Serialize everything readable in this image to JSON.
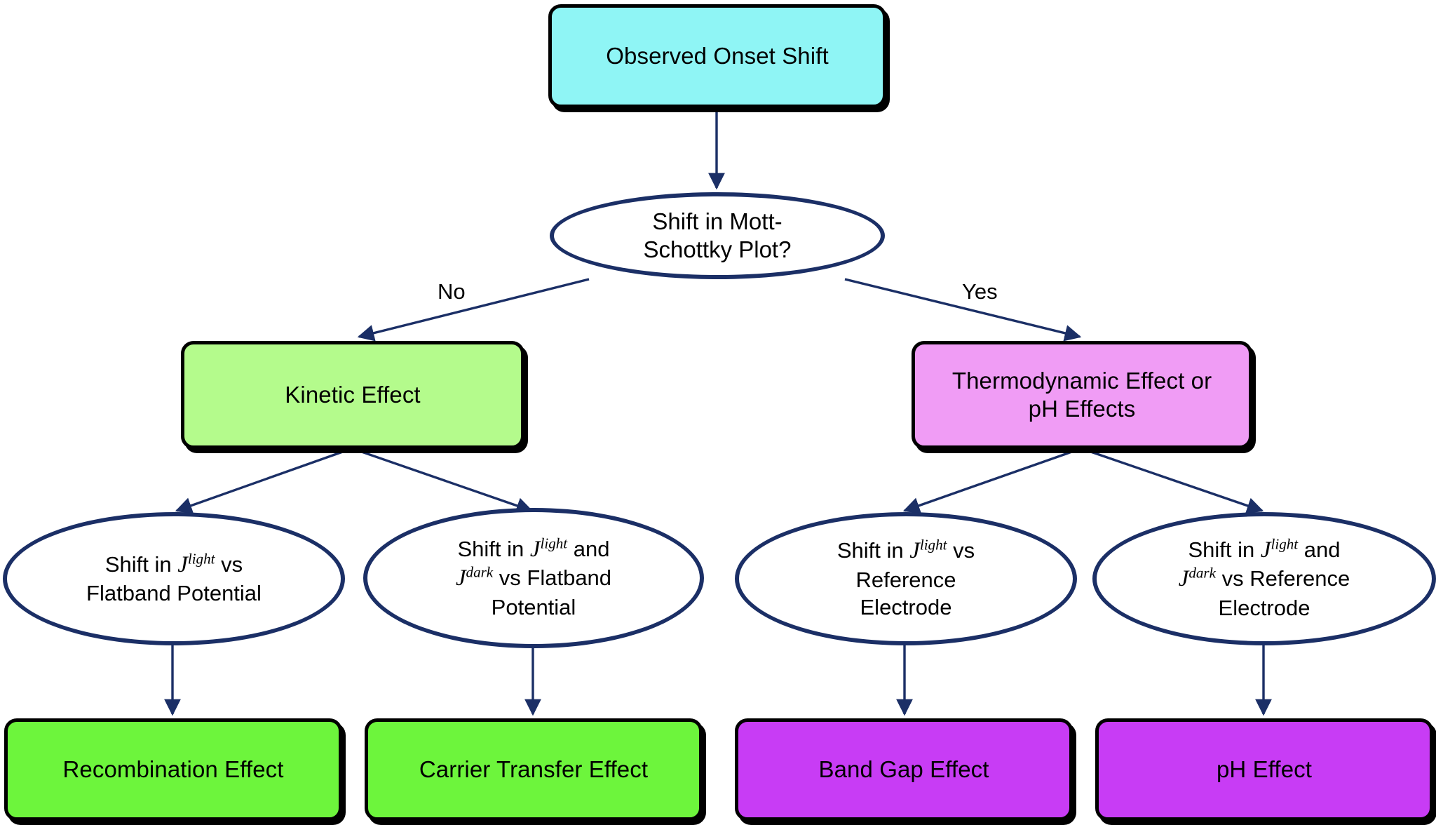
{
  "diagram": {
    "title": "Observed Onset Shift decision tree",
    "background": "#ffffff",
    "edge_color": "#1b2f66",
    "border_color": "#000000",
    "ellipse_border_color": "#1b2f66"
  },
  "palette": {
    "cyan": "#8ff5f5",
    "light_green": "#b4fb8c",
    "pink": "#f09cf5",
    "bright_green": "#6df53c",
    "bright_magenta": "#c83cf5",
    "white": "#ffffff"
  },
  "nodes": {
    "root": {
      "label": "Observed Onset Shift",
      "shape": "rounded-rect",
      "fill": "#8ff5f5"
    },
    "decision": {
      "line1": "Shift in Mott-",
      "line2": "Schottky Plot?",
      "shape": "ellipse",
      "fill": "#ffffff"
    },
    "kinetic": {
      "label": "Kinetic Effect",
      "shape": "rounded-rect",
      "fill": "#b4fb8c"
    },
    "thermo": {
      "line1": "Thermodynamic Effect or",
      "line2": "pH Effects",
      "shape": "rounded-rect",
      "fill": "#f09cf5"
    },
    "ell_kin_left": {
      "prefix": "Shift in ",
      "var1": "J",
      "sup1": "light",
      "mid": " vs",
      "tail": "Flatband Potential",
      "shape": "ellipse",
      "fill": "#ffffff"
    },
    "ell_kin_right": {
      "prefix": "Shift in ",
      "var1": "J",
      "sup1": "light",
      "mid": " and",
      "var2": "J",
      "sup2": "dark",
      "mid2": " vs Flatband",
      "tail": "Potential",
      "shape": "ellipse",
      "fill": "#ffffff"
    },
    "ell_thermo_left": {
      "prefix": "Shift in ",
      "var1": "J",
      "sup1": "light",
      "mid": " vs",
      "line2": "Reference",
      "tail": "Electrode",
      "shape": "ellipse",
      "fill": "#ffffff"
    },
    "ell_thermo_right": {
      "prefix": "Shift in ",
      "var1": "J",
      "sup1": "light",
      "mid": " and",
      "var2": "J",
      "sup2": "dark",
      "mid2": " vs Reference",
      "tail": "Electrode",
      "shape": "ellipse",
      "fill": "#ffffff"
    },
    "recombination": {
      "label": "Recombination Effect",
      "shape": "rounded-rect",
      "fill": "#6df53c"
    },
    "carrier": {
      "label": "Carrier Transfer Effect",
      "shape": "rounded-rect",
      "fill": "#6df53c"
    },
    "bandgap": {
      "label": "Band Gap Effect",
      "shape": "rounded-rect",
      "fill": "#c83cf5"
    },
    "ph": {
      "label": "pH Effect",
      "shape": "rounded-rect",
      "fill": "#c83cf5"
    }
  },
  "edge_labels": {
    "no": "No",
    "yes": "Yes"
  },
  "edges": [
    {
      "from": "root",
      "to": "decision",
      "label": ""
    },
    {
      "from": "decision",
      "to": "kinetic",
      "label": "No"
    },
    {
      "from": "decision",
      "to": "thermo",
      "label": "Yes"
    },
    {
      "from": "kinetic",
      "to": "ell_kin_left",
      "label": ""
    },
    {
      "from": "kinetic",
      "to": "ell_kin_right",
      "label": ""
    },
    {
      "from": "thermo",
      "to": "ell_thermo_left",
      "label": ""
    },
    {
      "from": "thermo",
      "to": "ell_thermo_right",
      "label": ""
    },
    {
      "from": "ell_kin_left",
      "to": "recombination",
      "label": ""
    },
    {
      "from": "ell_kin_right",
      "to": "carrier",
      "label": ""
    },
    {
      "from": "ell_thermo_left",
      "to": "bandgap",
      "label": ""
    },
    {
      "from": "ell_thermo_right",
      "to": "ph",
      "label": ""
    }
  ]
}
